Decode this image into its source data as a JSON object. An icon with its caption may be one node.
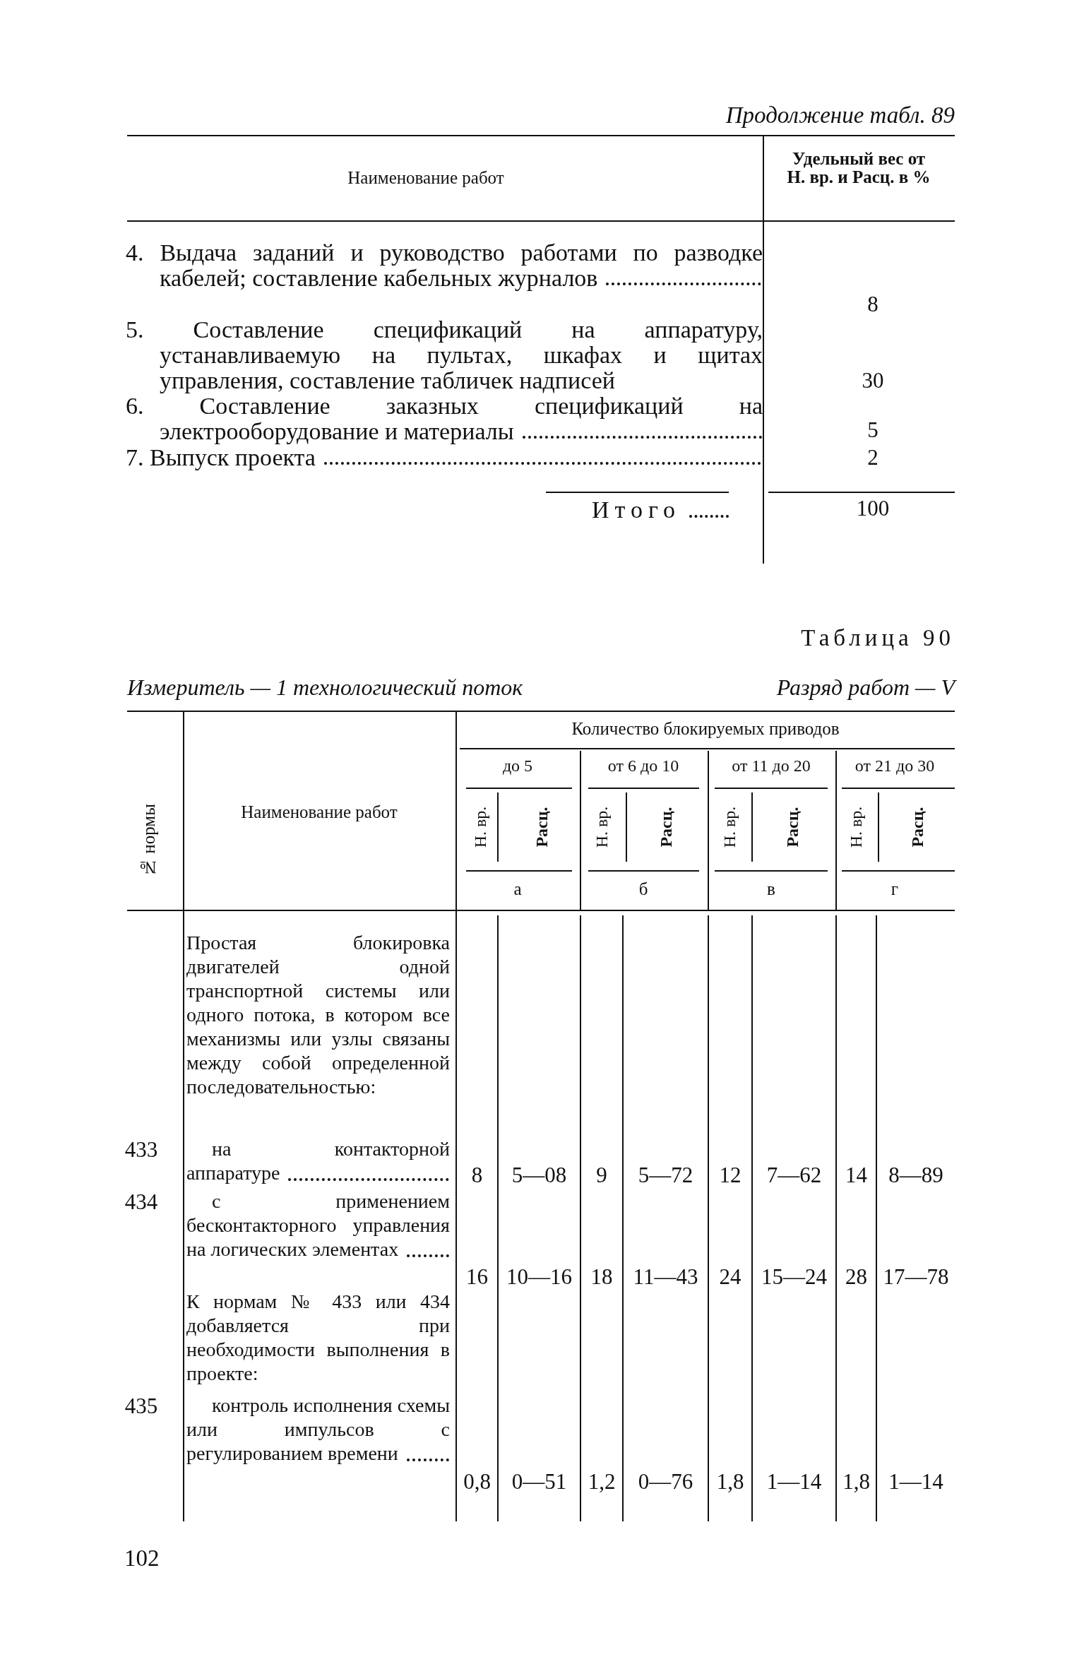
{
  "diagram": {
    "labels": [
      "Продолжение табл. 89",
      "Наименование работ",
      "Удельный вес от Н. вр. и Расц. в %",
      "4. Выдача заданий и руководство работами по разводке кабелей; составление кабельных журналов",
      "8",
      "5. Составление спецификаций на аппаратуру, устанавливаемую на пультах, шкафах и щитах управления, составление табличек надписей",
      "30",
      "6. Составление заказных спецификаций на электрооборудование и материалы",
      "5",
      "7. Выпуск проекта",
      "2",
      "Итого",
      "100",
      "Таблица 90",
      "Измеритель — 1 технологический поток",
      "Разряд работ — V",
      "№ нормы",
      "Наименование работ",
      "Количество блокируемых приводов",
      "до 5",
      "от 6 до 10",
      "от 11 до 20",
      "от 21 до 30",
      "Н. вр.",
      "Расц.",
      "Н. вр.",
      "Расц.",
      "Н. вр.",
      "Расц.",
      "Н. вр.",
      "Расц.",
      "а",
      "б",
      "в",
      "г",
      "Простая блокировка двигателей одной транспортной системы или одного потока, в котором все механизмы или узлы связаны между собой определенной последовательностью:",
      "433",
      "на контакторной аппаратуре",
      "8",
      "5—08",
      "9",
      "5—72",
      "12",
      "7—62",
      "14",
      "8—89",
      "434",
      "с применением бесконтакторного управления на логических элементах",
      "16",
      "10—16",
      "18",
      "11—43",
      "24",
      "15—24",
      "28",
      "17—78",
      "К нормам № 433 или 434 добавляется при необходимости выполнения в проекте:",
      "435",
      "контроль исполнения схемы или импульсов с регулированием времени",
      "0,8",
      "0—51",
      "1,2",
      "0—76",
      "1,8",
      "1—14",
      "1,8",
      "1—14",
      "102"
    ]
  }
}
